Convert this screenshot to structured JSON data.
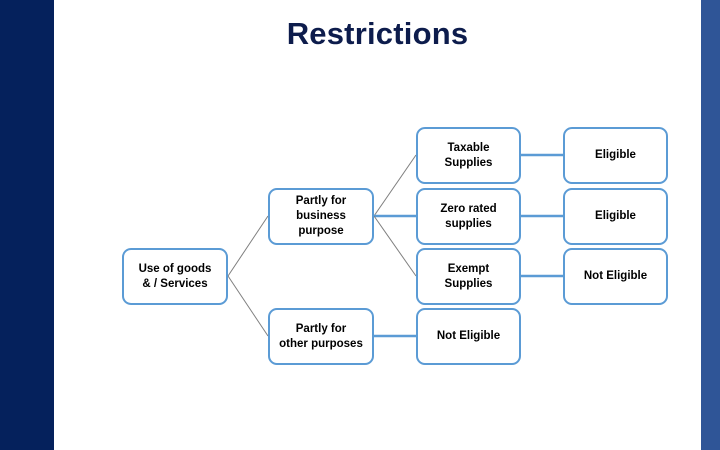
{
  "slide": {
    "title": "Restrictions",
    "title_color": "#0d1c4c",
    "background_color": "#ffffff",
    "left_bar_color": "#05215c",
    "right_bar_color": "#2f5597",
    "node_border_color": "#5b9bd5",
    "node_text_color": "#000000",
    "connector_color": "#5b9bd5"
  },
  "nodes": {
    "source": {
      "label": "Use of goods\n& / Services"
    },
    "column2": [
      {
        "label": "Partly for\nbusiness\npurpose"
      },
      {
        "label": "Partly for\nother purposes"
      }
    ],
    "column3": [
      {
        "label": "Taxable\nSupplies"
      },
      {
        "label": "Zero rated\nsupplies"
      },
      {
        "label": "Exempt\nSupplies"
      },
      {
        "label": "Not Eligible"
      }
    ],
    "column4": [
      {
        "label": "Eligible"
      },
      {
        "label": "Eligible"
      },
      {
        "label": "Not Eligible"
      }
    ]
  }
}
